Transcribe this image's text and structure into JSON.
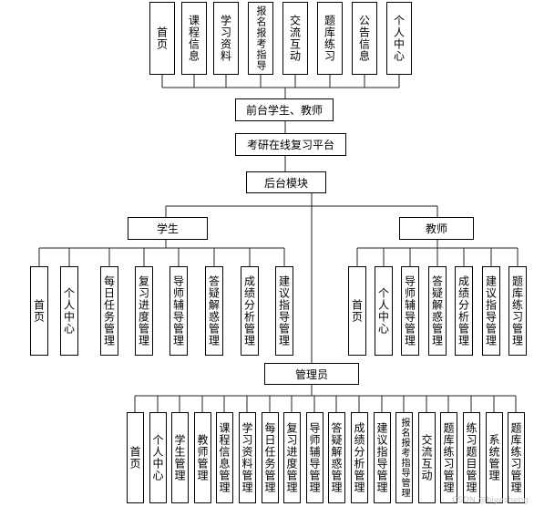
{
  "frontend_modules": [
    "首页",
    "课程信息",
    "学习资料",
    "报名报考指导",
    "交流互动",
    "题库练习",
    "公告信息",
    "个人中心"
  ],
  "frontend_role": "前台学生、教师",
  "platform": "考研在线复习平台",
  "backend": "后台模块",
  "student": {
    "label": "学生",
    "modules": [
      "首页",
      "个人中心",
      "每日任务管理",
      "复习进度管理",
      "导师辅导管理",
      "答疑解惑管理",
      "成绩分析管理",
      "建议指导管理"
    ]
  },
  "teacher": {
    "label": "教师",
    "modules": [
      "首页",
      "个人中心",
      "导师辅导管理",
      "答疑解惑管理",
      "成绩分析管理",
      "建议指导管理",
      "题库练习管理"
    ]
  },
  "admin": {
    "label": "管理员",
    "modules": [
      "首页",
      "个人中心",
      "学生管理",
      "教师管理",
      "课程信息管理",
      "学习资料管理",
      "每日任务管理",
      "复习进度管理",
      "导师辅导管理",
      "答疑解惑管理",
      "成绩分析管理",
      "建议指导管理",
      "报名报考指导管理",
      "交流互动",
      "题库练习管理",
      "练习题目管理",
      "系统管理",
      "题库练习管理"
    ]
  },
  "watermark": "CSDN @biyesheng"
}
